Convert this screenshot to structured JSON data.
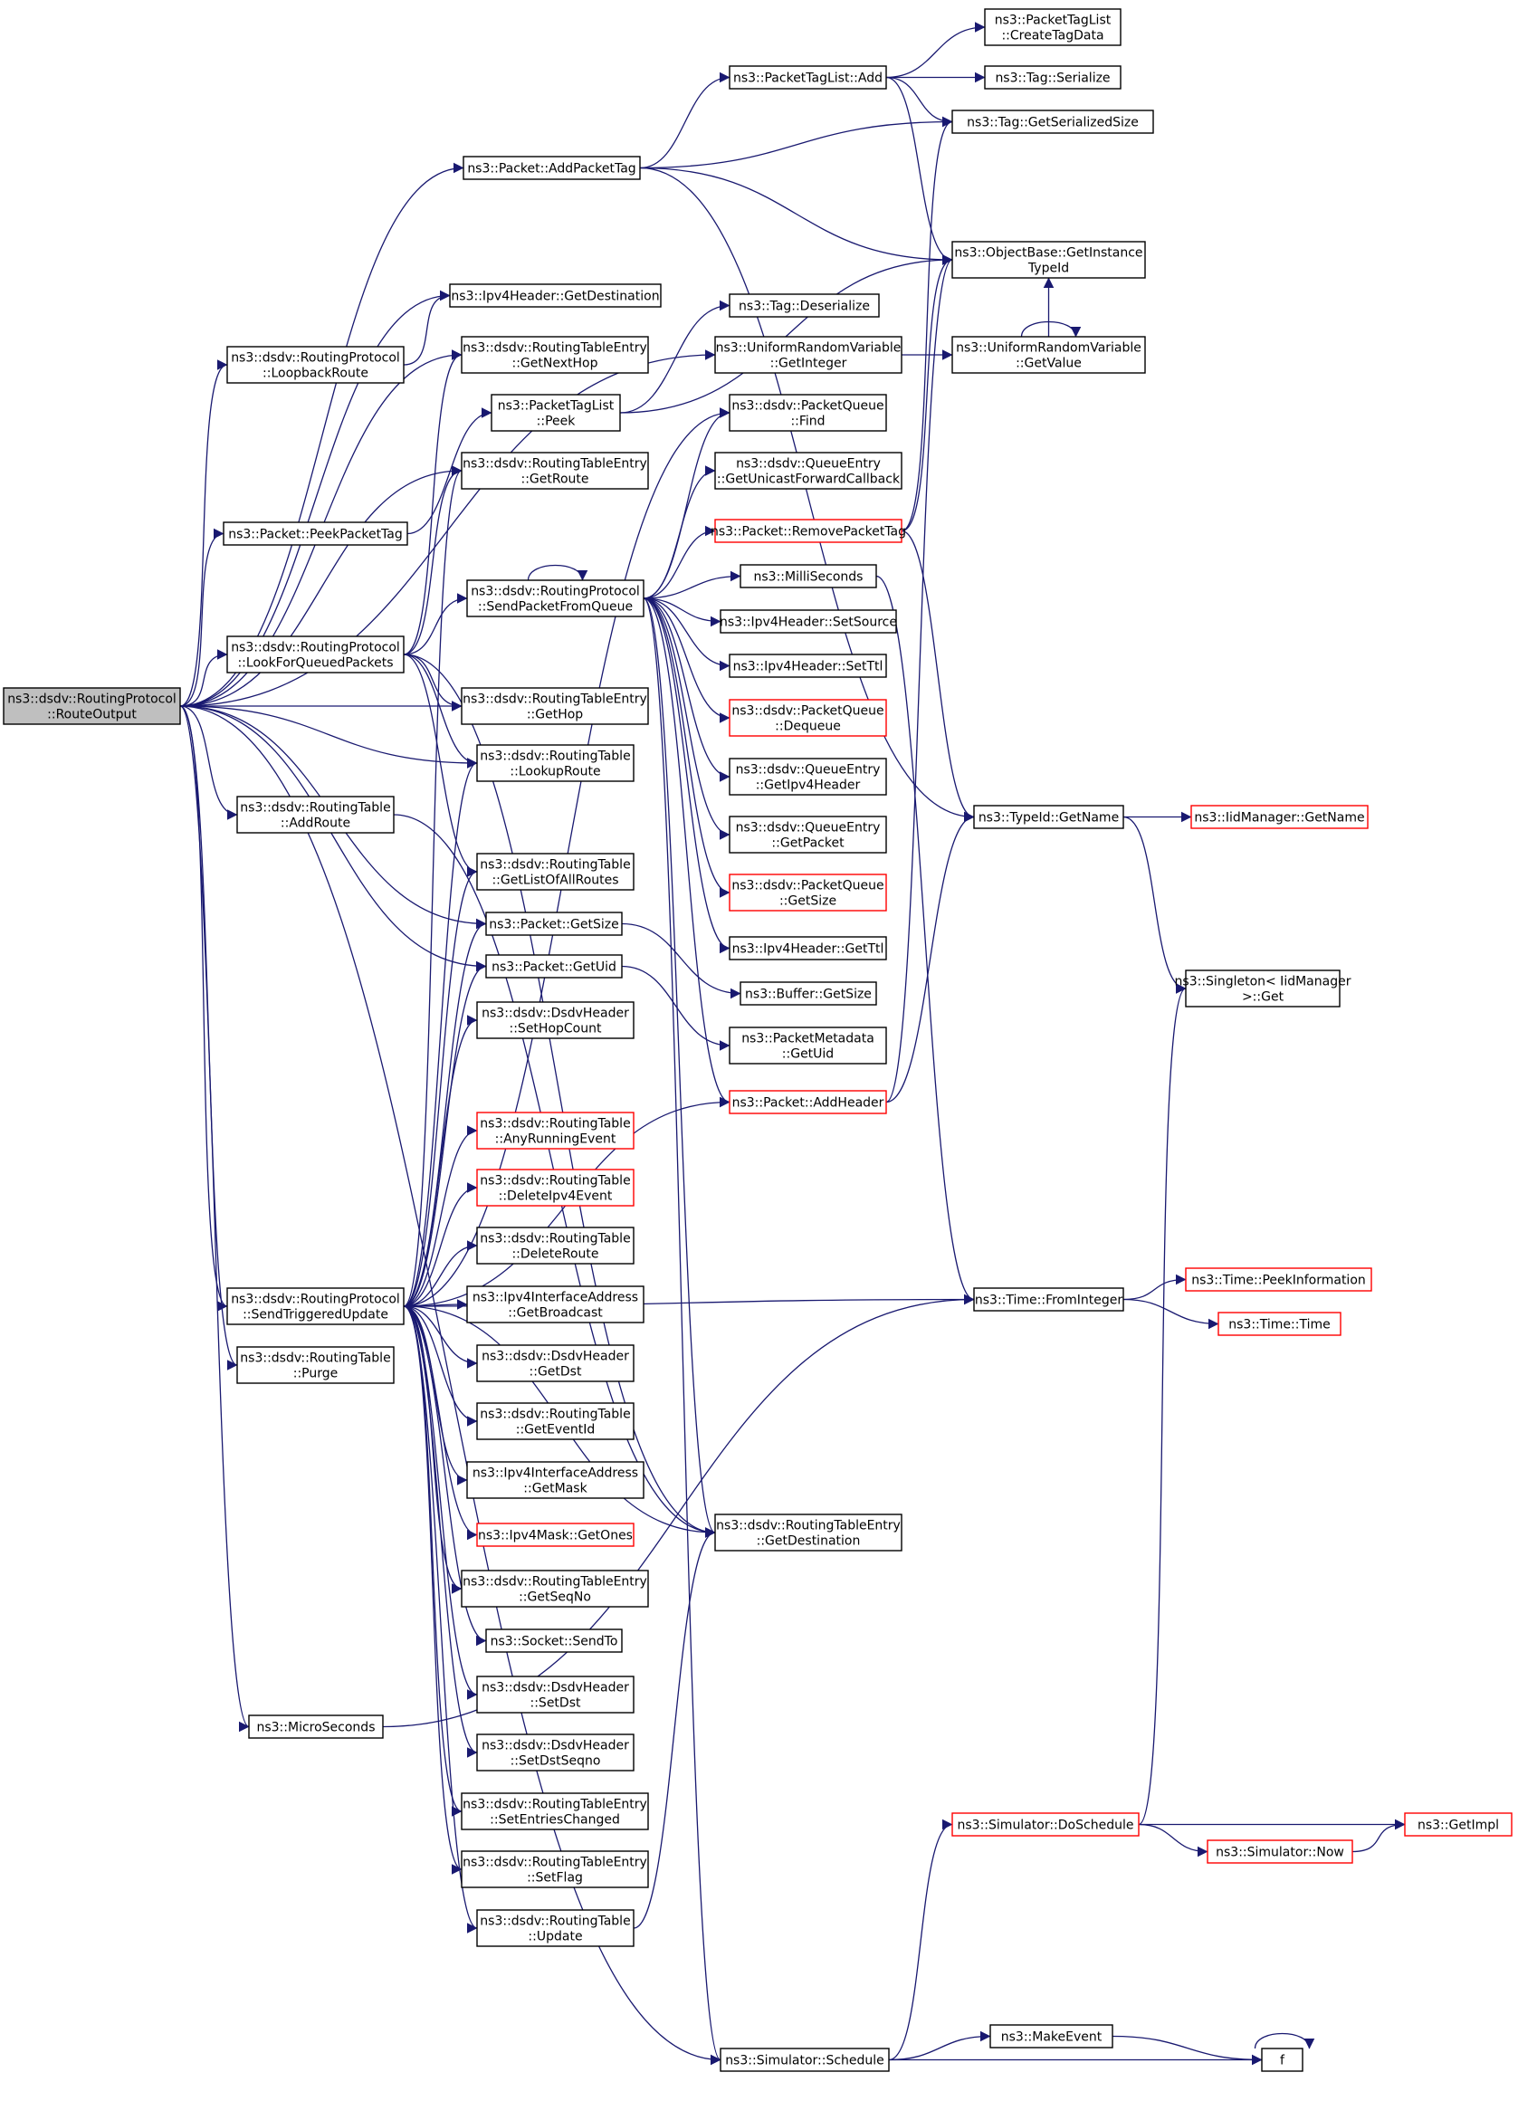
{
  "nodes": [
    {
      "id": "RouteOutput",
      "lines": [
        "ns3::dsdv::RoutingProtocol",
        "::RouteOutput"
      ],
      "root": true
    },
    {
      "id": "AddPacketTag",
      "lines": [
        "ns3::Packet::AddPacketTag"
      ]
    },
    {
      "id": "GetDestination4",
      "lines": [
        "ns3::Ipv4Header::GetDestination"
      ]
    },
    {
      "id": "LoopbackRoute",
      "lines": [
        "ns3::dsdv::RoutingProtocol",
        "::LoopbackRoute"
      ]
    },
    {
      "id": "GetNextHop",
      "lines": [
        "ns3::dsdv::RoutingTableEntry",
        "::GetNextHop"
      ]
    },
    {
      "id": "PeekTL",
      "lines": [
        "ns3::PacketTagList",
        "::Peek"
      ]
    },
    {
      "id": "GetRoute",
      "lines": [
        "ns3::dsdv::RoutingTableEntry",
        "::GetRoute"
      ]
    },
    {
      "id": "PeekPacketTag",
      "lines": [
        "ns3::Packet::PeekPacketTag"
      ]
    },
    {
      "id": "LookForQueued",
      "lines": [
        "ns3::dsdv::RoutingProtocol",
        "::LookForQueuedPackets"
      ]
    },
    {
      "id": "SendFromQueue",
      "lines": [
        "ns3::dsdv::RoutingProtocol",
        "::SendPacketFromQueue"
      ]
    },
    {
      "id": "GetHop",
      "lines": [
        "ns3::dsdv::RoutingTableEntry",
        "::GetHop"
      ]
    },
    {
      "id": "LookupRoute",
      "lines": [
        "ns3::dsdv::RoutingTable",
        "::LookupRoute"
      ]
    },
    {
      "id": "RTAddRoute",
      "lines": [
        "ns3::dsdv::RoutingTable",
        "::AddRoute"
      ]
    },
    {
      "id": "GetListAll",
      "lines": [
        "ns3::dsdv::RoutingTable",
        "::GetListOfAllRoutes"
      ]
    },
    {
      "id": "GetSize",
      "lines": [
        "ns3::Packet::GetSize"
      ]
    },
    {
      "id": "GetUid",
      "lines": [
        "ns3::Packet::GetUid"
      ]
    },
    {
      "id": "SetHopCount",
      "lines": [
        "ns3::dsdv::DsdvHeader",
        "::SetHopCount"
      ]
    },
    {
      "id": "AnyRunning",
      "lines": [
        "ns3::dsdv::RoutingTable",
        "::AnyRunningEvent"
      ],
      "red": true
    },
    {
      "id": "DeleteIpv4Event",
      "lines": [
        "ns3::dsdv::RoutingTable",
        "::DeleteIpv4Event"
      ],
      "red": true
    },
    {
      "id": "DeleteRoute",
      "lines": [
        "ns3::dsdv::RoutingTable",
        "::DeleteRoute"
      ]
    },
    {
      "id": "SendTriggered",
      "lines": [
        "ns3::dsdv::RoutingProtocol",
        "::SendTriggeredUpdate"
      ]
    },
    {
      "id": "Purge",
      "lines": [
        "ns3::dsdv::RoutingTable",
        "::Purge"
      ]
    },
    {
      "id": "GetBroadcast",
      "lines": [
        "ns3::Ipv4InterfaceAddress",
        "::GetBroadcast"
      ]
    },
    {
      "id": "GetDst",
      "lines": [
        "ns3::dsdv::DsdvHeader",
        "::GetDst"
      ]
    },
    {
      "id": "GetEventId",
      "lines": [
        "ns3::dsdv::RoutingTable",
        "::GetEventId"
      ]
    },
    {
      "id": "GetMask",
      "lines": [
        "ns3::Ipv4InterfaceAddress",
        "::GetMask"
      ]
    },
    {
      "id": "GetOnes",
      "lines": [
        "ns3::Ipv4Mask::GetOnes"
      ],
      "red": true
    },
    {
      "id": "GetSeqNo",
      "lines": [
        "ns3::dsdv::RoutingTableEntry",
        "::GetSeqNo"
      ]
    },
    {
      "id": "SendTo",
      "lines": [
        "ns3::Socket::SendTo"
      ]
    },
    {
      "id": "SetDst",
      "lines": [
        "ns3::dsdv::DsdvHeader",
        "::SetDst"
      ]
    },
    {
      "id": "SetDstSeqno",
      "lines": [
        "ns3::dsdv::DsdvHeader",
        "::SetDstSeqno"
      ]
    },
    {
      "id": "SetEntriesChanged",
      "lines": [
        "ns3::dsdv::RoutingTableEntry",
        "::SetEntriesChanged"
      ]
    },
    {
      "id": "SetFlag",
      "lines": [
        "ns3::dsdv::RoutingTableEntry",
        "::SetFlag"
      ]
    },
    {
      "id": "Update",
      "lines": [
        "ns3::dsdv::RoutingTable",
        "::Update"
      ]
    },
    {
      "id": "MicroSeconds",
      "lines": [
        "ns3::MicroSeconds"
      ]
    },
    {
      "id": "PTLAdd",
      "lines": [
        "ns3::PacketTagList::Add"
      ]
    },
    {
      "id": "TagDeserialize",
      "lines": [
        "ns3::Tag::Deserialize"
      ]
    },
    {
      "id": "GetInteger",
      "lines": [
        "ns3::UniformRandomVariable",
        "::GetInteger"
      ]
    },
    {
      "id": "PQFind",
      "lines": [
        "ns3::dsdv::PacketQueue",
        "::Find"
      ]
    },
    {
      "id": "GetUnicastFwd",
      "lines": [
        "ns3::dsdv::QueueEntry",
        "::GetUnicastForwardCallback"
      ]
    },
    {
      "id": "RemovePacketTag",
      "lines": [
        "ns3::Packet::RemovePacketTag"
      ],
      "red": true
    },
    {
      "id": "MilliSeconds",
      "lines": [
        "ns3::MilliSeconds"
      ]
    },
    {
      "id": "SetSource",
      "lines": [
        "ns3::Ipv4Header::SetSource"
      ]
    },
    {
      "id": "SetTtl",
      "lines": [
        "ns3::Ipv4Header::SetTtl"
      ]
    },
    {
      "id": "Dequeue",
      "lines": [
        "ns3::dsdv::PacketQueue",
        "::Dequeue"
      ],
      "red": true
    },
    {
      "id": "GetIpv4Header",
      "lines": [
        "ns3::dsdv::QueueEntry",
        "::GetIpv4Header"
      ]
    },
    {
      "id": "GetPacket",
      "lines": [
        "ns3::dsdv::QueueEntry",
        "::GetPacket"
      ]
    },
    {
      "id": "PQGetSize",
      "lines": [
        "ns3::dsdv::PacketQueue",
        "::GetSize"
      ],
      "red": true
    },
    {
      "id": "GetTtl",
      "lines": [
        "ns3::Ipv4Header::GetTtl"
      ]
    },
    {
      "id": "BufGetSize",
      "lines": [
        "ns3::Buffer::GetSize"
      ]
    },
    {
      "id": "PMGetUid",
      "lines": [
        "ns3::PacketMetadata",
        "::GetUid"
      ]
    },
    {
      "id": "AddHeader",
      "lines": [
        "ns3::Packet::AddHeader"
      ],
      "red": true
    },
    {
      "id": "RTEGetDestination",
      "lines": [
        "ns3::dsdv::RoutingTableEntry",
        "::GetDestination"
      ]
    },
    {
      "id": "Schedule",
      "lines": [
        "ns3::Simulator::Schedule"
      ]
    },
    {
      "id": "CreateTagData",
      "lines": [
        "ns3::PacketTagList",
        "::CreateTagData"
      ]
    },
    {
      "id": "TagSerialize",
      "lines": [
        "ns3::Tag::Serialize"
      ]
    },
    {
      "id": "TagGetSerializedSize",
      "lines": [
        "ns3::Tag::GetSerializedSize"
      ]
    },
    {
      "id": "GetInstanceTypeId",
      "lines": [
        "ns3::ObjectBase::GetInstance",
        "TypeId"
      ]
    },
    {
      "id": "URVGetValue",
      "lines": [
        "ns3::UniformRandomVariable",
        "::GetValue"
      ]
    },
    {
      "id": "TypeIdGetName",
      "lines": [
        "ns3::TypeId::GetName"
      ]
    },
    {
      "id": "IidGetName",
      "lines": [
        "ns3::IidManager::GetName"
      ],
      "red": true
    },
    {
      "id": "SingletonGet",
      "lines": [
        "ns3::Singleton< IidManager",
        " >::Get"
      ]
    },
    {
      "id": "FromInteger",
      "lines": [
        "ns3::Time::FromInteger"
      ]
    },
    {
      "id": "PeekInformation",
      "lines": [
        "ns3::Time::PeekInformation"
      ],
      "red": true
    },
    {
      "id": "TimeTime",
      "lines": [
        "ns3::Time::Time"
      ],
      "red": true
    },
    {
      "id": "DoSchedule",
      "lines": [
        "ns3::Simulator::DoSchedule"
      ],
      "red": true
    },
    {
      "id": "GetImpl",
      "lines": [
        "ns3::GetImpl"
      ],
      "red": true
    },
    {
      "id": "SimNow",
      "lines": [
        "ns3::Simulator::Now"
      ],
      "red": true
    },
    {
      "id": "MakeEvent",
      "lines": [
        "ns3::MakeEvent"
      ]
    },
    {
      "id": "f",
      "lines": [
        "f"
      ]
    }
  ],
  "edges": [
    [
      "RouteOutput",
      "AddPacketTag"
    ],
    [
      "RouteOutput",
      "GetDestination4"
    ],
    [
      "RouteOutput",
      "LoopbackRoute"
    ],
    [
      "RouteOutput",
      "GetNextHop"
    ],
    [
      "RouteOutput",
      "GetRoute"
    ],
    [
      "RouteOutput",
      "PeekPacketTag"
    ],
    [
      "RouteOutput",
      "LookForQueued"
    ],
    [
      "RouteOutput",
      "GetHop"
    ],
    [
      "RouteOutput",
      "LookupRoute"
    ],
    [
      "RouteOutput",
      "RTAddRoute"
    ],
    [
      "RouteOutput",
      "GetSize"
    ],
    [
      "RouteOutput",
      "GetUid"
    ],
    [
      "RouteOutput",
      "SendTriggered"
    ],
    [
      "RouteOutput",
      "Purge"
    ],
    [
      "RouteOutput",
      "MicroSeconds"
    ],
    [
      "RouteOutput",
      "Schedule"
    ],
    [
      "RouteOutput",
      "GetInteger"
    ],
    [
      "AddPacketTag",
      "PTLAdd"
    ],
    [
      "AddPacketTag",
      "TagGetSerializedSize"
    ],
    [
      "AddPacketTag",
      "GetInstanceTypeId"
    ],
    [
      "AddPacketTag",
      "TypeIdGetName"
    ],
    [
      "LoopbackRoute",
      "GetDestination4"
    ],
    [
      "PeekPacketTag",
      "PeekTL"
    ],
    [
      "PeekTL",
      "TagDeserialize"
    ],
    [
      "PeekTL",
      "GetInstanceTypeId"
    ],
    [
      "LookForQueued",
      "SendFromQueue"
    ],
    [
      "LookForQueued",
      "GetNextHop"
    ],
    [
      "LookForQueued",
      "GetRoute"
    ],
    [
      "LookForQueued",
      "GetHop"
    ],
    [
      "LookForQueued",
      "LookupRoute"
    ],
    [
      "LookForQueued",
      "GetListAll"
    ],
    [
      "LookForQueued",
      "RTEGetDestination"
    ],
    [
      "SendFromQueue",
      "SendFromQueue"
    ],
    [
      "SendFromQueue",
      "PQFind"
    ],
    [
      "SendFromQueue",
      "GetUnicastFwd"
    ],
    [
      "SendFromQueue",
      "RemovePacketTag"
    ],
    [
      "SendFromQueue",
      "MilliSeconds"
    ],
    [
      "SendFromQueue",
      "SetSource"
    ],
    [
      "SendFromQueue",
      "SetTtl"
    ],
    [
      "SendFromQueue",
      "Dequeue"
    ],
    [
      "SendFromQueue",
      "GetIpv4Header"
    ],
    [
      "SendFromQueue",
      "GetPacket"
    ],
    [
      "SendFromQueue",
      "PQGetSize"
    ],
    [
      "SendFromQueue",
      "GetTtl"
    ],
    [
      "SendFromQueue",
      "AddHeader"
    ],
    [
      "SendFromQueue",
      "RTEGetDestination"
    ],
    [
      "SendFromQueue",
      "Schedule"
    ],
    [
      "RTAddRoute",
      "RTEGetDestination"
    ],
    [
      "GetSize",
      "BufGetSize"
    ],
    [
      "GetUid",
      "PMGetUid"
    ],
    [
      "SendTriggered",
      "GetRoute"
    ],
    [
      "SendTriggered",
      "LookupRoute"
    ],
    [
      "SendTriggered",
      "GetListAll"
    ],
    [
      "SendTriggered",
      "GetSize"
    ],
    [
      "SendTriggered",
      "GetUid"
    ],
    [
      "SendTriggered",
      "SetHopCount"
    ],
    [
      "SendTriggered",
      "AnyRunning"
    ],
    [
      "SendTriggered",
      "DeleteIpv4Event"
    ],
    [
      "SendTriggered",
      "DeleteRoute"
    ],
    [
      "SendTriggered",
      "GetBroadcast"
    ],
    [
      "SendTriggered",
      "GetDst"
    ],
    [
      "SendTriggered",
      "GetEventId"
    ],
    [
      "SendTriggered",
      "GetMask"
    ],
    [
      "SendTriggered",
      "GetOnes"
    ],
    [
      "SendTriggered",
      "GetSeqNo"
    ],
    [
      "SendTriggered",
      "SendTo"
    ],
    [
      "SendTriggered",
      "SetDst"
    ],
    [
      "SendTriggered",
      "SetDstSeqno"
    ],
    [
      "SendTriggered",
      "SetEntriesChanged"
    ],
    [
      "SendTriggered",
      "SetFlag"
    ],
    [
      "SendTriggered",
      "Update"
    ],
    [
      "SendTriggered",
      "PQFind"
    ],
    [
      "SendTriggered",
      "AddHeader"
    ],
    [
      "SendTriggered",
      "RTEGetDestination"
    ],
    [
      "SendTriggered",
      "FromInteger"
    ],
    [
      "Update",
      "RTEGetDestination"
    ],
    [
      "MicroSeconds",
      "FromInteger"
    ],
    [
      "MilliSeconds",
      "FromInteger"
    ],
    [
      "PTLAdd",
      "CreateTagData"
    ],
    [
      "PTLAdd",
      "TagSerialize"
    ],
    [
      "PTLAdd",
      "TagGetSerializedSize"
    ],
    [
      "PTLAdd",
      "GetInstanceTypeId"
    ],
    [
      "GetInteger",
      "URVGetValue"
    ],
    [
      "URVGetValue",
      "URVGetValue"
    ],
    [
      "URVGetValue",
      "GetInstanceTypeId"
    ],
    [
      "RemovePacketTag",
      "TagGetSerializedSize"
    ],
    [
      "RemovePacketTag",
      "GetInstanceTypeId"
    ],
    [
      "RemovePacketTag",
      "TypeIdGetName"
    ],
    [
      "AddHeader",
      "GetInstanceTypeId"
    ],
    [
      "AddHeader",
      "TypeIdGetName"
    ],
    [
      "TypeIdGetName",
      "IidGetName"
    ],
    [
      "TypeIdGetName",
      "SingletonGet"
    ],
    [
      "FromInteger",
      "PeekInformation"
    ],
    [
      "FromInteger",
      "TimeTime"
    ],
    [
      "Schedule",
      "DoSchedule"
    ],
    [
      "Schedule",
      "MakeEvent"
    ],
    [
      "Schedule",
      "f"
    ],
    [
      "MakeEvent",
      "f"
    ],
    [
      "f",
      "f"
    ],
    [
      "DoSchedule",
      "GetImpl"
    ],
    [
      "DoSchedule",
      "SimNow"
    ],
    [
      "DoSchedule",
      "SingletonGet"
    ],
    [
      "SimNow",
      "GetImpl"
    ]
  ]
}
